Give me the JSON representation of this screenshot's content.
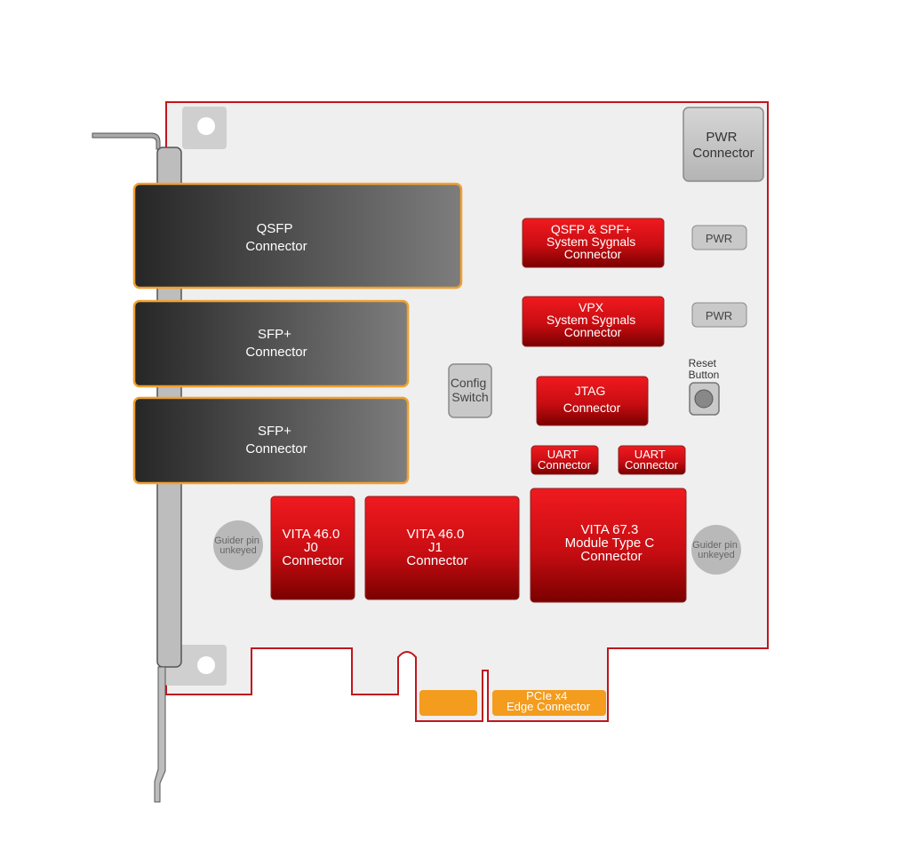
{
  "colors": {
    "pcb_fill": "#efefef",
    "pcb_outline": "#c0161c",
    "connector_red": "#e3141b",
    "connector_red_dark": "#7d0000",
    "cage_dark": "#2c2c2c",
    "cage_light": "#7a7a7a",
    "cage_border": "#f0a030",
    "edge_gold": "#f39c1e",
    "gray_part": "#c8c8c8",
    "bracket": "#b5b5b5"
  },
  "labels": {
    "qsfp": [
      "QSFP",
      "Connector"
    ],
    "sfp_top": [
      "SFP+",
      "Connector"
    ],
    "sfp_bottom": [
      "SFP+",
      "Connector"
    ],
    "pwr_connector": [
      "PWR",
      "Connector"
    ],
    "qsfp_sys": [
      "QSFP & SPF+",
      "System Sygnals",
      "Connector"
    ],
    "vpx_sys": [
      "VPX",
      "System Sygnals",
      "Connector"
    ],
    "pwr_led_1": "PWR",
    "pwr_led_2": "PWR",
    "reset": [
      "Reset",
      "Button"
    ],
    "config": [
      "Config",
      "Switch"
    ],
    "jtag": [
      "JTAG",
      "Connector"
    ],
    "uart_1": [
      "UART",
      "Connector"
    ],
    "uart_2": [
      "UART",
      "Connector"
    ],
    "vita_j0": [
      "VITA 46.0",
      "J0",
      "Connector"
    ],
    "vita_j1": [
      "VITA 46.0",
      "J1",
      "Connector"
    ],
    "vita_67": [
      "VITA 67.3",
      "Module Type C",
      "Connector"
    ],
    "guider_left": [
      "Guider pin",
      "unkeyed"
    ],
    "guider_right": [
      "Guider pin",
      "unkeyed"
    ],
    "pcie": [
      "PCIe x4",
      "Edge Connector"
    ]
  }
}
